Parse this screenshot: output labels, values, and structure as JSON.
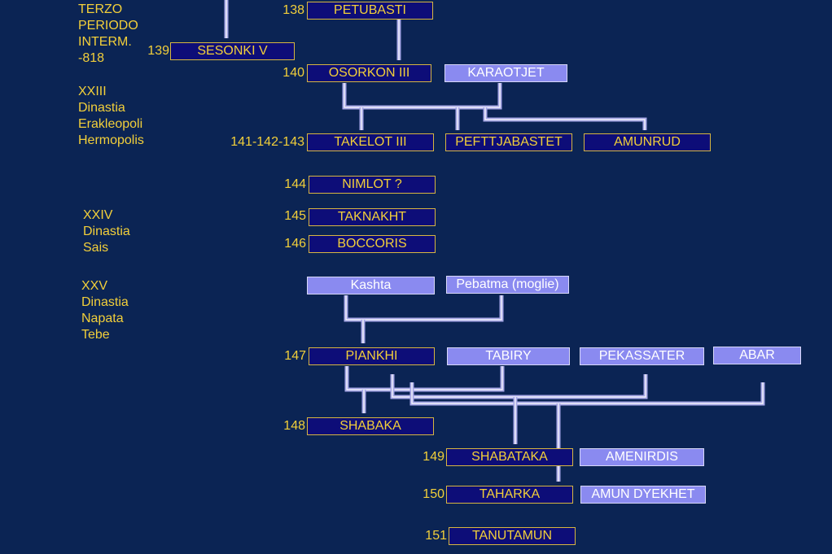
{
  "period_labels": {
    "terzo_periodo": [
      "TERZO",
      "PERIODO",
      "INTERM.",
      "-818"
    ],
    "xxiii": [
      "XXIII",
      "Dinastia",
      "Erakleopoli",
      "Hermopolis"
    ],
    "xxiv": [
      "XXIV",
      "Dinastia",
      "Sais"
    ],
    "xxv": [
      "XXV",
      "Dinastia",
      "Napata",
      "Tebe"
    ]
  },
  "numbers": {
    "n138": "138",
    "n139": "139",
    "n140": "140",
    "n141_143": "141-142-143",
    "n144": "144",
    "n145": "145",
    "n146": "146",
    "n147": "147",
    "n148": "148",
    "n149": "149",
    "n150": "150",
    "n151": "151"
  },
  "rulers": {
    "petubasti": "PETUBASTI",
    "sesonki_v": "SESONKI V",
    "osorkon_iii": "OSORKON  III",
    "takelot_iii": "TAKELOT  III",
    "nimlot": "NIMLOT   ?",
    "taknakht": "TAKNAKHT",
    "boccoris": "BOCCORIS",
    "piankhi": "PIANKHI",
    "shabaka": "SHABAKA",
    "shabataka": "SHABATAKA",
    "taharka": "TAHARKA",
    "tanutamun": "TANUTAMUN"
  },
  "relatives": {
    "karaotjet": "KARAOTJET",
    "pefttjabastet": "PEFTTJABASTET",
    "amunrud": "AMUNRUD",
    "kashta": "Kashta",
    "pebatma": "Pebatma (moglie)",
    "tabiry": "TABIRY",
    "pekassater": "PEKASSATER",
    "abar": "ABAR",
    "amenirdis": "AMENIRDIS",
    "amun_dyekhet": "AMUN DYEKHET"
  },
  "colors": {
    "background": "#0b2454",
    "ruler_fill": "#0d0d78",
    "ruler_text": "#f2cf3a",
    "relative_fill": "#8a8af0",
    "relative_text": "#ffffff",
    "connector": "#a7a7e6"
  }
}
